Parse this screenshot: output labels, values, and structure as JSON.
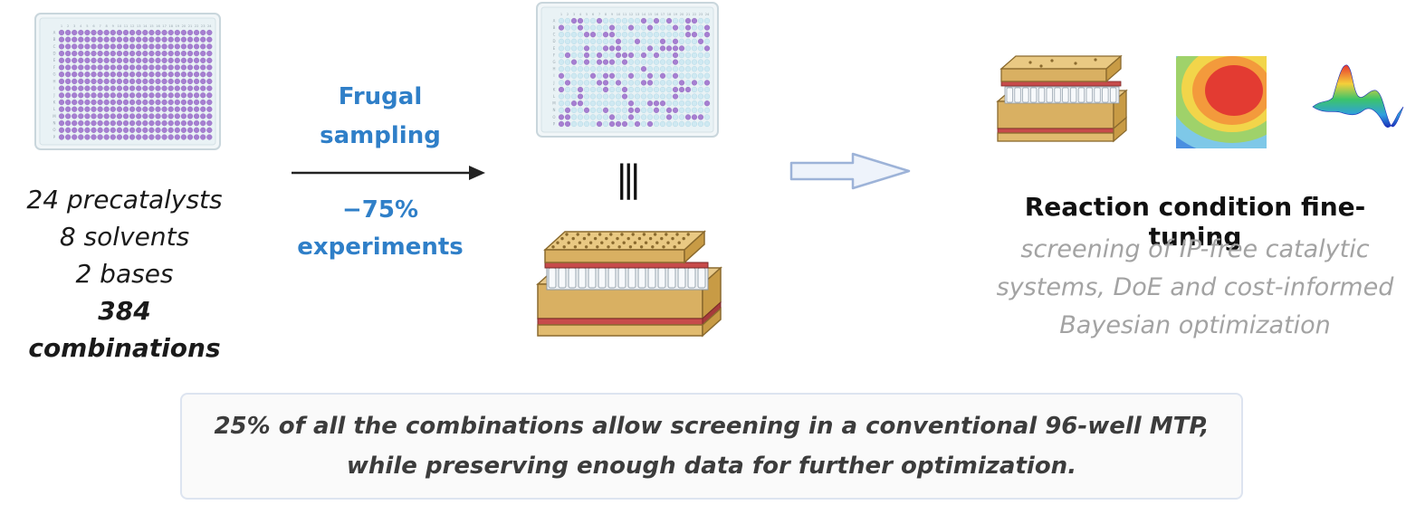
{
  "left": {
    "lines": [
      "24 precatalysts",
      "8 solvents",
      "2 bases"
    ],
    "bold_line": "384 combinations"
  },
  "plate_full": {
    "col_labels": [
      "1",
      "2",
      "3",
      "4",
      "5",
      "6",
      "7",
      "8",
      "9",
      "10",
      "11",
      "12",
      "13",
      "14",
      "15",
      "16",
      "17",
      "18",
      "19",
      "20",
      "21",
      "22",
      "23",
      "24"
    ],
    "row_labels": [
      "A",
      "B",
      "C",
      "D",
      "E",
      "F",
      "G",
      "H",
      "I",
      "J",
      "K",
      "L",
      "M",
      "N",
      "O",
      "P"
    ]
  },
  "plate_sampled": {
    "col_labels": [
      "1",
      "2",
      "3",
      "4",
      "5",
      "6",
      "7",
      "8",
      "9",
      "10",
      "11",
      "12",
      "13",
      "14",
      "15",
      "16",
      "17",
      "18",
      "19",
      "20",
      "21",
      "22",
      "23",
      "24"
    ],
    "row_labels": [
      "A",
      "B",
      "C",
      "D",
      "E",
      "F",
      "G",
      "H",
      "I",
      "J",
      "K",
      "L",
      "M",
      "N",
      "O",
      "P"
    ]
  },
  "middle": {
    "sampling_line1": "Frugal",
    "sampling_line2": "sampling",
    "reduction_line1": "−75%",
    "reduction_line2": "experiments",
    "equivalence_symbol": "|||"
  },
  "right": {
    "title": "Reaction condition fine-tuning",
    "subtitle_lines": [
      "screening of IP-free catalytic",
      "systems, DoE and cost-informed",
      "Bayesian optimization"
    ]
  },
  "footnote": {
    "line1": "25% of all the combinations allow screening in a conventional 96-well MTP,",
    "line2": "while preserving enough data for further optimization."
  },
  "colors": {
    "accent_blue": "#2f7fc8",
    "well_purple": "#a67fd1",
    "well_empty": "#cfe9f2",
    "arrow_outline": "#9db3d8",
    "subtitle_gray": "#a3a3a3"
  }
}
